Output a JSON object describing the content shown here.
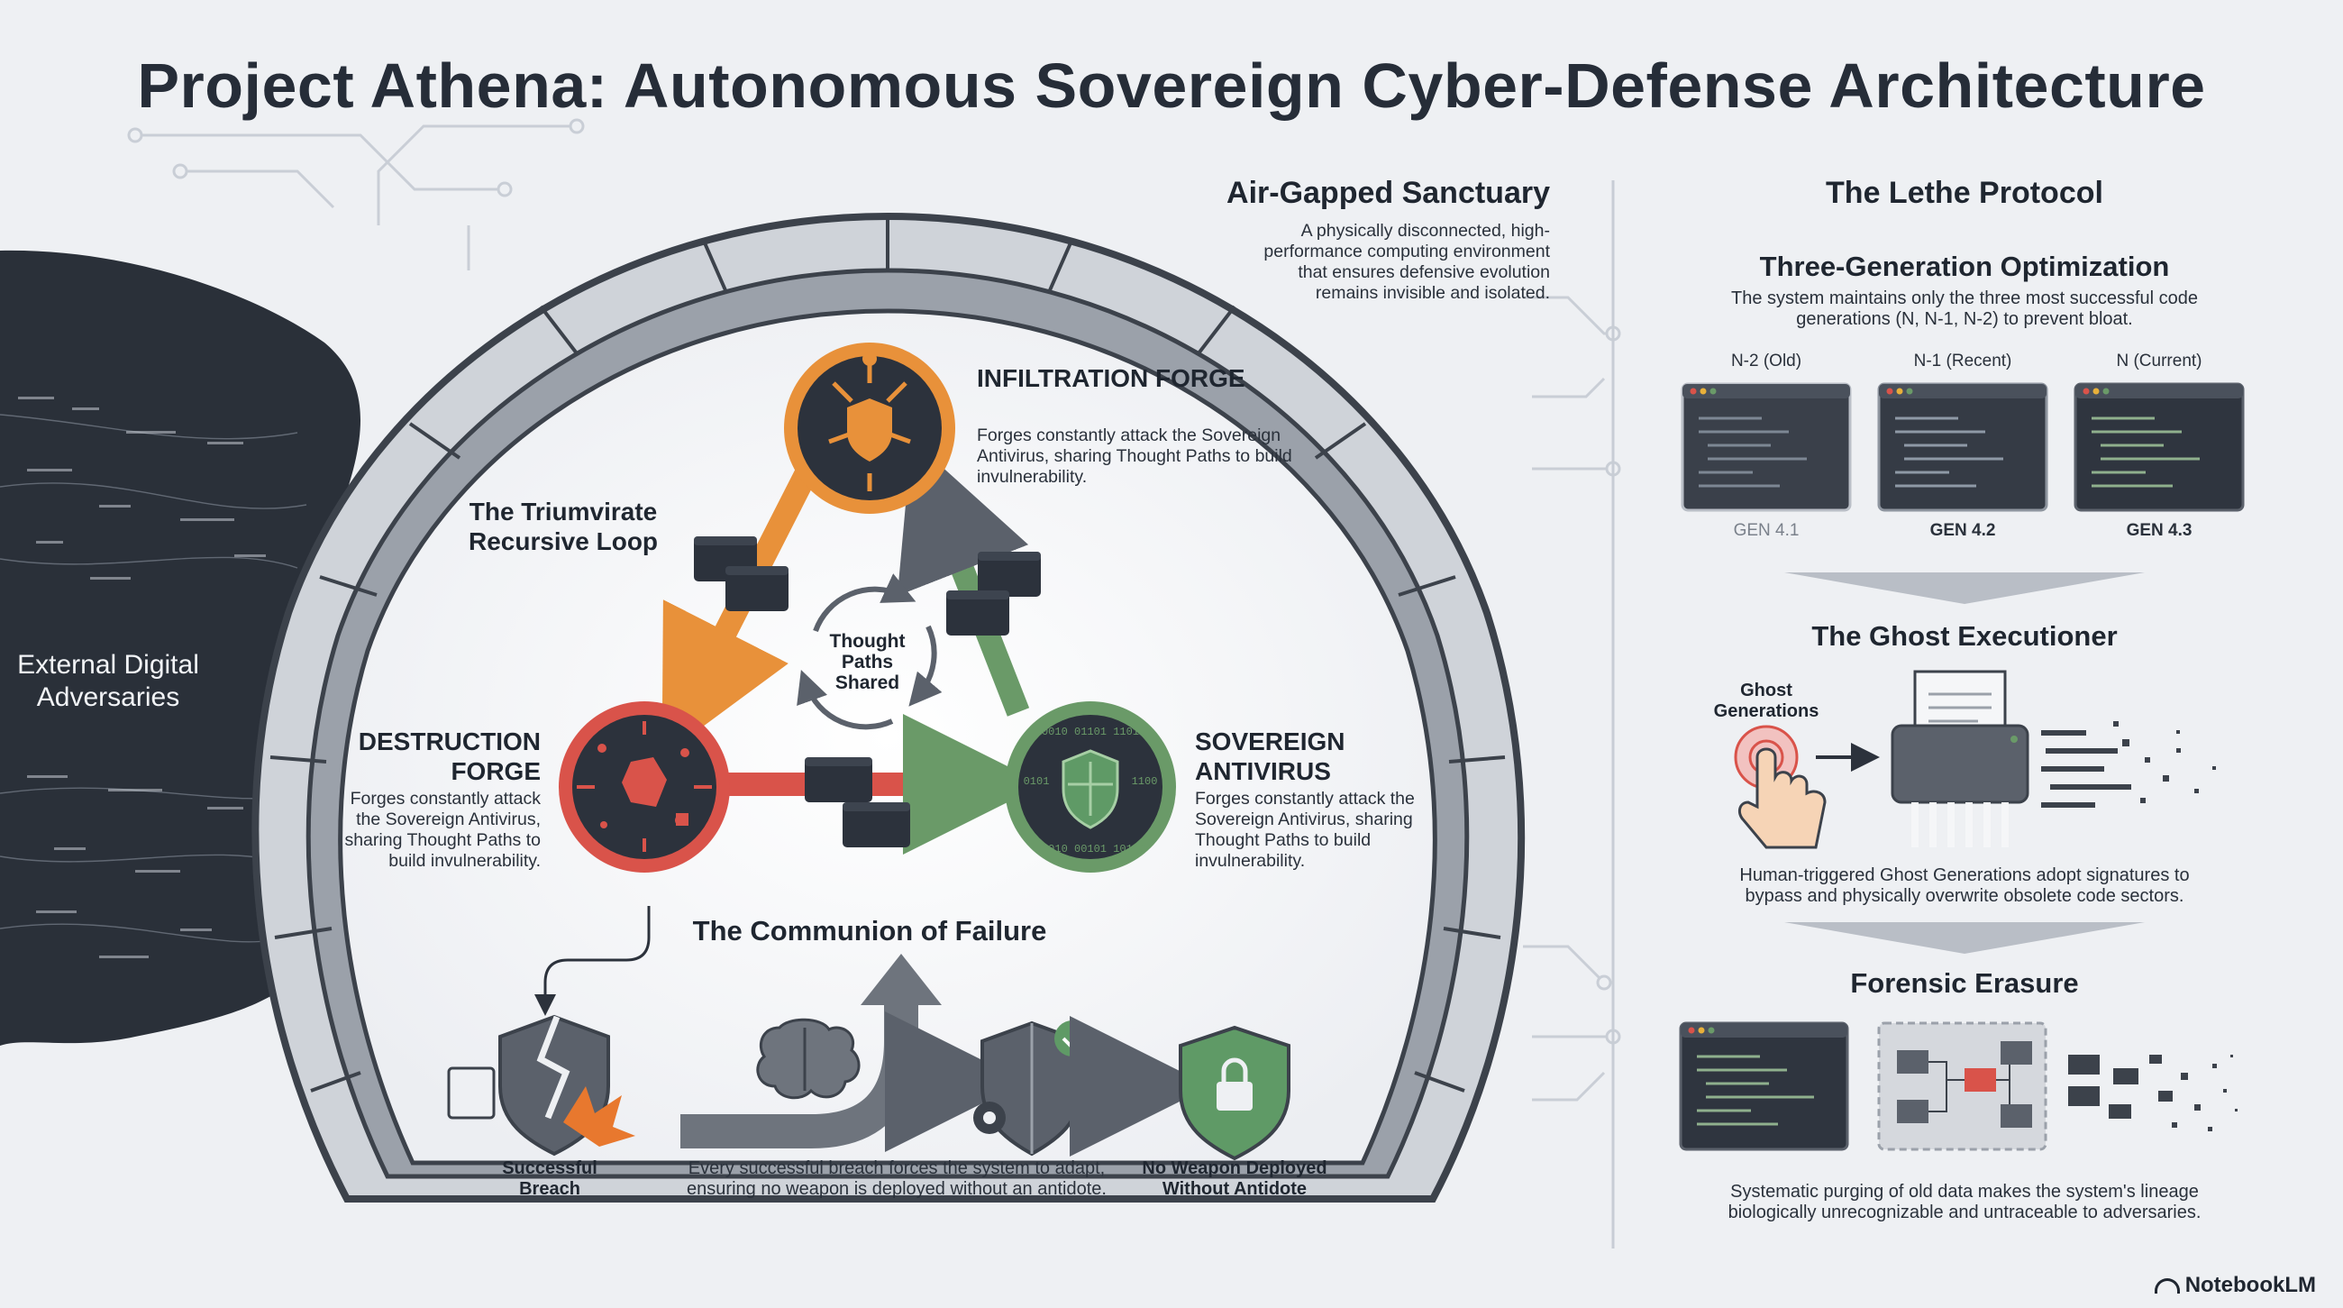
{
  "title": "Project Athena: Autonomous Sovereign Cyber-Defense Architecture",
  "external": {
    "label": "External Digital Adversaries"
  },
  "sanctuary": {
    "title": "Air-Gapped Sanctuary",
    "description": "A physically disconnected, high-performance computing environment that ensures defensive evolution remains invisible and isolated."
  },
  "triumvirate": {
    "title": "The Triumvirate Recursive Loop",
    "center": "Thought Paths Shared",
    "infiltration": {
      "title": "INFILTRATION FORGE",
      "text": "Forges constantly attack the Sovereign Antivirus, sharing Thought Paths to build invulnerability."
    },
    "destruction": {
      "title": "DESTRUCTION FORGE",
      "text": "Forges constantly attack the Sovereign Antivirus, sharing Thought Paths to build invulnerability."
    },
    "antivirus": {
      "title": "SOVEREIGN ANTIVIRUS",
      "text": "Forges constantly attack the Sovereign Antivirus, sharing Thought Paths to build invulnerability."
    }
  },
  "communion": {
    "title": "The Communion of Failure",
    "breach_label": "Successful Breach",
    "caption": "Every successful breach forces the system to adapt, ensuring no weapon is deployed without an antidote.",
    "final_label": "No Weapon Deployed Without Antidote"
  },
  "lethe": {
    "title": "The Lethe Protocol",
    "optimization": {
      "title": "Three-Generation Optimization",
      "text": "The system maintains only the three most successful code generations (N, N-1, N-2) to prevent bloat.",
      "generations": [
        {
          "label": "N-2 (Old)",
          "gen": "GEN 4.1"
        },
        {
          "label": "N-1 (Recent)",
          "gen": "GEN 4.2"
        },
        {
          "label": "N (Current)",
          "gen": "GEN 4.3"
        }
      ]
    },
    "ghost": {
      "title": "The Ghost Executioner",
      "label": "Ghost Generations",
      "text": "Human-triggered Ghost Generations adopt signatures to bypass and physically overwrite obsolete code sectors."
    },
    "forensic": {
      "title": "Forensic Erasure",
      "text": "Systematic purging of old data makes the system's lineage biologically unrecognizable and untraceable to adversaries."
    }
  },
  "brand": "NotebookLM",
  "colors": {
    "infiltration": "#e8913a",
    "destruction": "#d9534a",
    "antivirus": "#6a9a68",
    "ring": "#5b616b",
    "dark": "#2c323c",
    "shield_green": "#5f9a66"
  }
}
